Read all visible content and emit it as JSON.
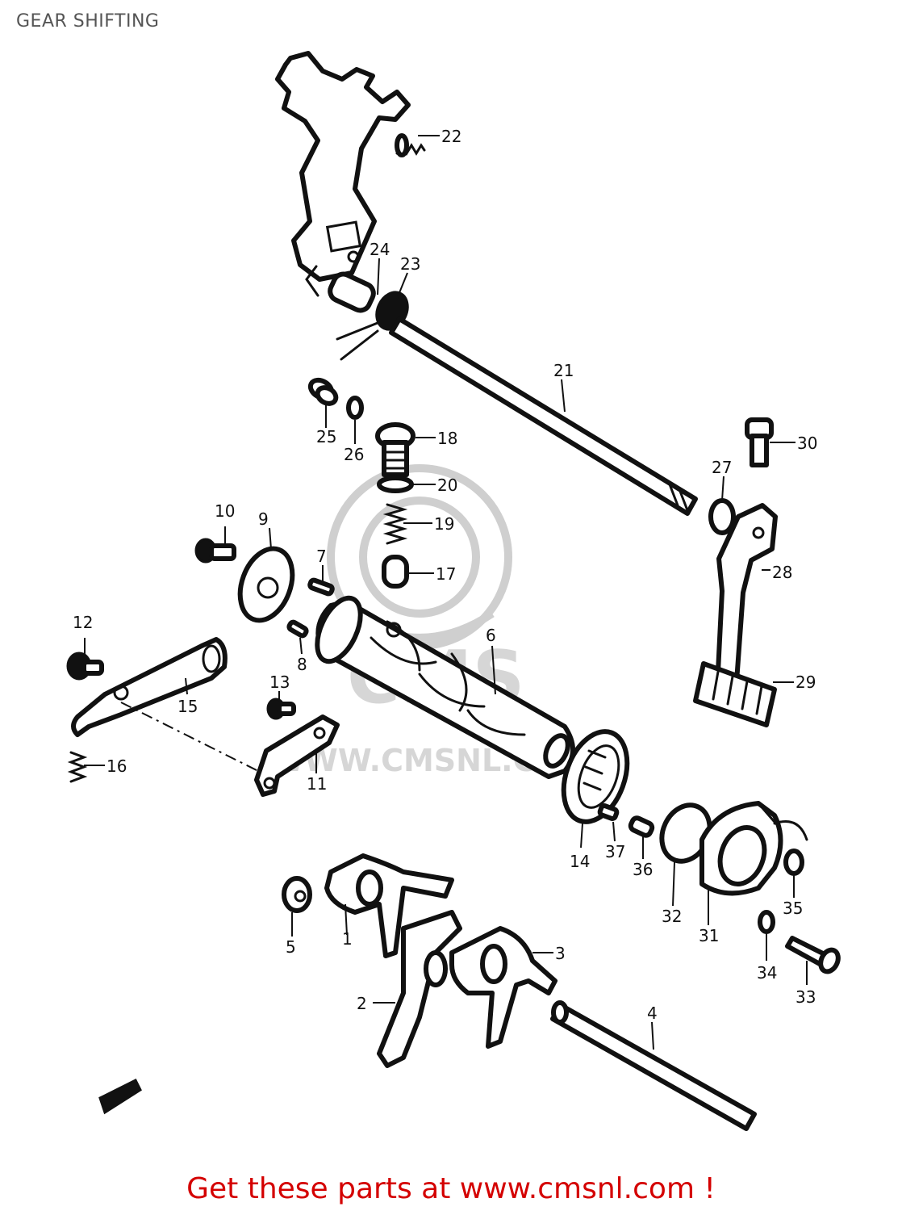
{
  "header": {
    "title": "GEAR SHIFTING"
  },
  "watermark": {
    "text": "WWW.CMSNL.COM"
  },
  "footer": {
    "text": "Get these parts at www.cmsnl.com !",
    "color": "#d40000"
  },
  "callouts": {
    "n1": "1",
    "n2": "2",
    "n3": "3",
    "n4": "4",
    "n5": "5",
    "n6": "6",
    "n7": "7",
    "n8": "8",
    "n9": "9",
    "n10": "10",
    "n11": "11",
    "n12": "12",
    "n13": "13",
    "n14": "14",
    "n15": "15",
    "n16": "16",
    "n17": "17",
    "n18": "18",
    "n19": "19",
    "n20": "20",
    "n21": "21",
    "n22": "22",
    "n23": "23",
    "n24": "24",
    "n25": "25",
    "n26": "26",
    "n27": "27",
    "n28": "28",
    "n29": "29",
    "n30": "30",
    "n31": "31",
    "n32": "32",
    "n33": "33",
    "n34": "34",
    "n35": "35",
    "n36": "36",
    "n37": "37"
  }
}
